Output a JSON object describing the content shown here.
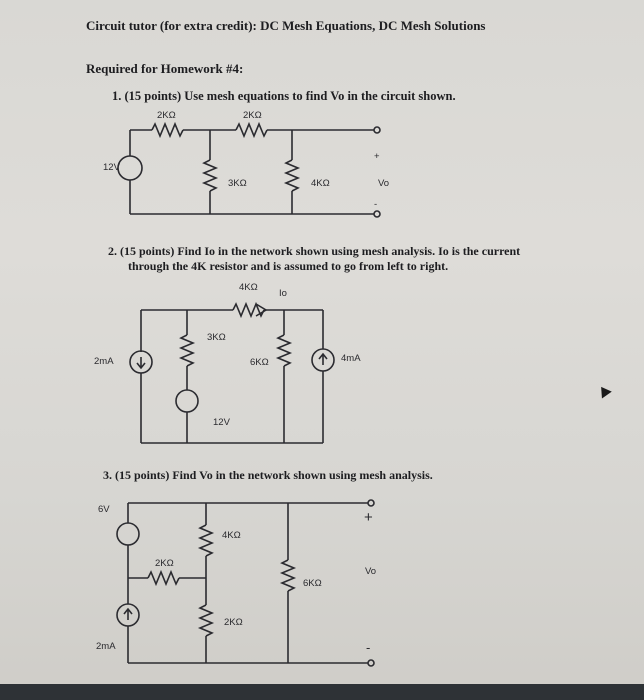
{
  "document": {
    "title": "Circuit tutor (for extra credit): DC Mesh Equations, DC Mesh Solutions",
    "subtitle": "Required for Homework #4:",
    "q1_text": "1.  (15 points)  Use mesh equations to find Vo in the circuit shown.",
    "q2_text_line1": "2.  (15 points)  Find Io in the network shown using mesh analysis. Io is the current",
    "q2_text_line2": "through the 4K resistor and is assumed to go from left to right.",
    "q3_text": "3.  (15 points)  Find Vo in the network shown using mesh analysis."
  },
  "circuit1": {
    "r1": "2KΩ",
    "r2": "2KΩ",
    "r3": "3KΩ",
    "r4": "4KΩ",
    "source": "12V",
    "plus": "+",
    "minus": "-",
    "output": "Vo"
  },
  "circuit2": {
    "r_top": "4KΩ",
    "current_label": "Io",
    "r_mid": "3KΩ",
    "r_right": "6KΩ",
    "src_left": "2mA",
    "src_right": "4mA",
    "vsrc": "12V"
  },
  "circuit3": {
    "vsrc": "6V",
    "r_vert1": "4KΩ",
    "r_horiz": "2KΩ",
    "r_vert2": "2KΩ",
    "r_right": "6KΩ",
    "isrc": "2mA",
    "plus": "+",
    "output": "Vo",
    "minus": "-"
  },
  "colors": {
    "paper": "#dcdbd7",
    "ink": "#1d1d20"
  }
}
